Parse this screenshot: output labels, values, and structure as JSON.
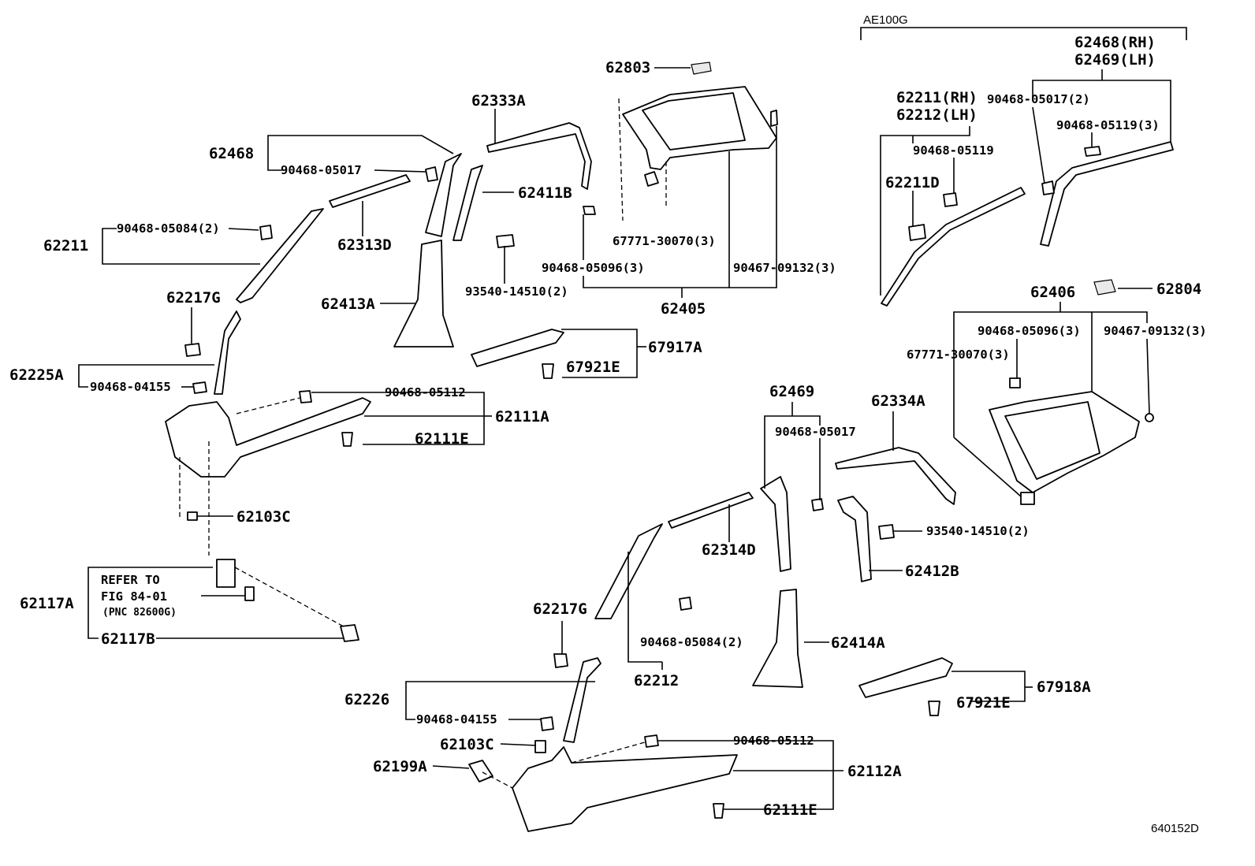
{
  "diagram": {
    "variant_label": "AE100G",
    "figure_number": "640152D",
    "note": {
      "line1": "REFER TO",
      "line2": "FIG 84-01",
      "line3": "(PNC 82600G)"
    },
    "labels": {
      "p62803": "62803",
      "p62333A": "62333A",
      "p62468": "62468",
      "p90468_05017_a": "90468-05017",
      "p62411B": "62411B",
      "p62211": "62211",
      "p90468_05084_a": "90468-05084(2)",
      "p62313D": "62313D",
      "p67771_a": "67771-30070(3)",
      "p90468_05096_a": "90468-05096(3)",
      "p90467_09132_a": "90467-09132(3)",
      "p62405": "62405",
      "p93540_a": "93540-14510(2)",
      "p62413A": "62413A",
      "p62217G_a": "62217G",
      "p62225A": "62225A",
      "p90468_04155_a": "90468-04155",
      "p67917A": "67917A",
      "p67921E_a": "67921E",
      "p90468_05112_a": "90468-05112",
      "p62111A": "62111A",
      "p62111E_a": "62111E",
      "p62103C_a": "62103C",
      "p62117A": "62117A",
      "p62117B": "62117B",
      "p62468RH": "62468(RH)",
      "p62469LH": "62469(LH)",
      "p62211RH": "62211(RH)",
      "p62212LH": "62212(LH)",
      "p90468_05017_2": "90468-05017(2)",
      "p90468_05119_3": "90468-05119(3)",
      "p90468_05119": "90468-05119",
      "p62211D": "62211D",
      "p62406": "62406",
      "p62804": "62804",
      "p90468_05096_b": "90468-05096(3)",
      "p90467_09132_b": "90467-09132(3)",
      "p67771_b": "67771-30070(3)",
      "p62469": "62469",
      "p62334A": "62334A",
      "p90468_05017_b": "90468-05017",
      "p93540_b": "93540-14510(2)",
      "p62412B": "62412B",
      "p62314D": "62314D",
      "p62217G_b": "62217G",
      "p90468_05084_b": "90468-05084(2)",
      "p62414A": "62414A",
      "p62212": "62212",
      "p67918A": "67918A",
      "p67921E_b": "67921E",
      "p62226": "62226",
      "p90468_04155_b": "90468-04155",
      "p62103C_b": "62103C",
      "p62199A": "62199A",
      "p90468_05112_b": "90468-05112",
      "p62112A": "62112A",
      "p62111E_b": "62111E"
    }
  }
}
